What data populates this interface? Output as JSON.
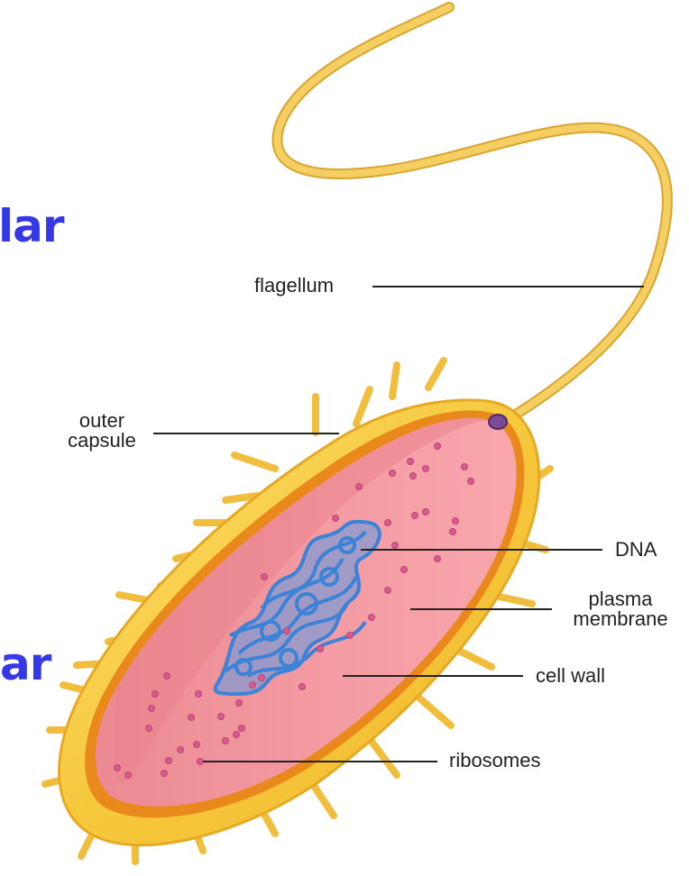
{
  "heading_fragments": {
    "top": "lar",
    "bottom": "ar",
    "color": "#3538e8"
  },
  "labels": {
    "flagellum": "flagellum",
    "outer_capsule_line1": "outer",
    "outer_capsule_line2": "capsule",
    "dna": "DNA",
    "plasma_membrane_line1": "plasma",
    "plasma_membrane_line2": "membrane",
    "cell_wall": "cell wall",
    "ribosomes": "ribosomes"
  },
  "colors": {
    "capsule": "#f6c83b",
    "capsule_edge": "#e7a824",
    "cell_wall": "#e9891b",
    "cytoplasm": "#f59aa1",
    "cytoplasm_shade": "#eb8a92",
    "dna": "#3c83d7",
    "ribosome": "#d95b8d",
    "flagellum": "#f4c24f",
    "flagellum_edge": "#d9a531",
    "basal_body": "#7c4b93",
    "leader_line": "#222222"
  }
}
